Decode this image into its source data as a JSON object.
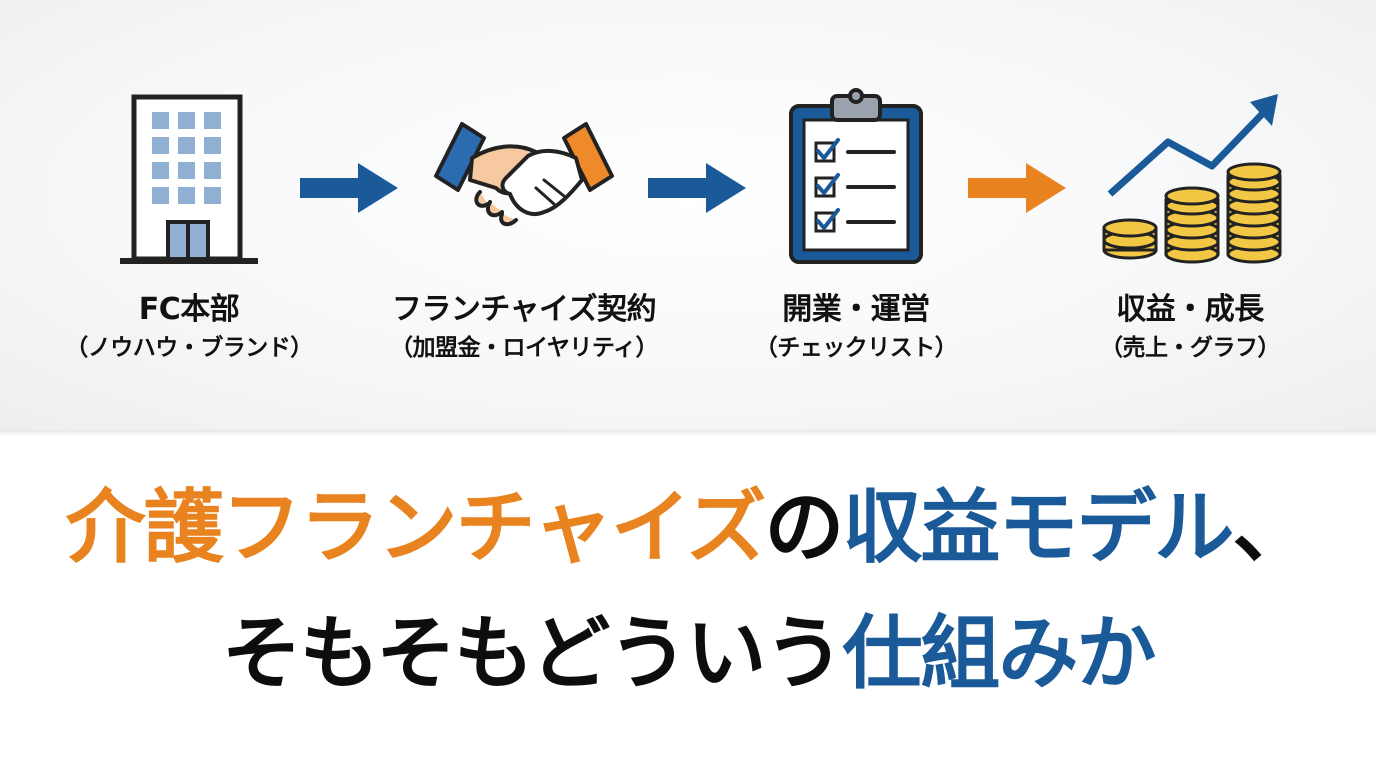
{
  "steps": [
    {
      "label": "FC本部",
      "sub": "（ノウハウ・ブランド）",
      "icon": "office-building-icon"
    },
    {
      "label": "フランチャイズ契約",
      "sub": "（加盟金・ロイヤリティ）",
      "icon": "handshake-icon"
    },
    {
      "label": "開業・運営",
      "sub": "（チェックリスト）",
      "icon": "clipboard-checklist-icon"
    },
    {
      "label": "収益・成長",
      "sub": "（売上・グラフ）",
      "icon": "coins-growth-chart-icon"
    }
  ],
  "headline": {
    "line1": {
      "part1": "介護フランチャイズ",
      "part2": "の",
      "part3": "収益モデル",
      "part4": "、"
    },
    "line2": {
      "part1": "そもそもどういう",
      "part2": "仕組みか"
    }
  },
  "colors": {
    "blue": "#1a5a99",
    "orange": "#e98320",
    "text": "#111111"
  }
}
